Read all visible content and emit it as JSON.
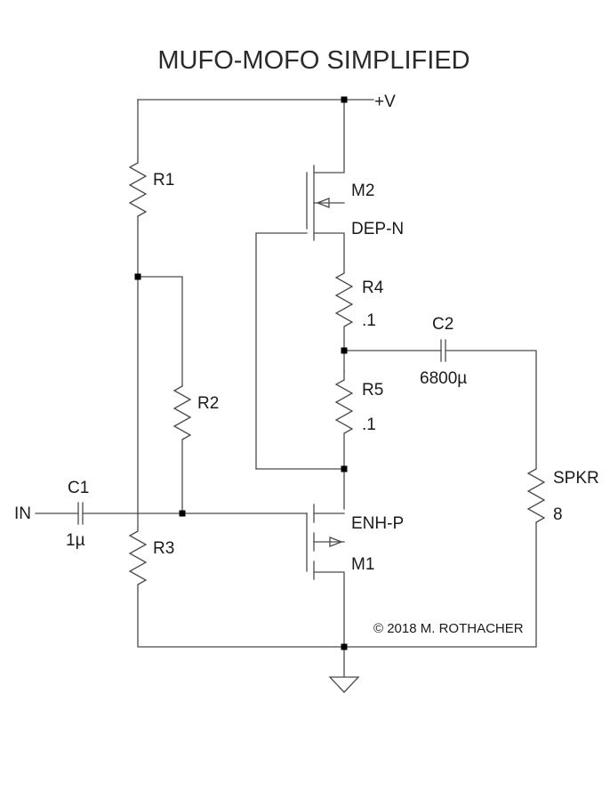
{
  "title": "MUFO-MOFO SIMPLIFIED",
  "supply_label": "+V",
  "input_label": "IN",
  "copyright": "© 2018 M. ROTHACHER",
  "components": {
    "R1": {
      "name": "R1"
    },
    "R2": {
      "name": "R2"
    },
    "R3": {
      "name": "R3"
    },
    "R4": {
      "name": "R4",
      "value": ".1"
    },
    "R5": {
      "name": "R5",
      "value": ".1"
    },
    "C1": {
      "name": "C1",
      "value": "1µ"
    },
    "C2": {
      "name": "C2",
      "value": "6800µ"
    },
    "M1": {
      "name": "M1",
      "type": "ENH-P"
    },
    "M2": {
      "name": "M2",
      "type": "DEP-N"
    },
    "SPKR": {
      "name": "SPKR",
      "value": "8"
    }
  }
}
